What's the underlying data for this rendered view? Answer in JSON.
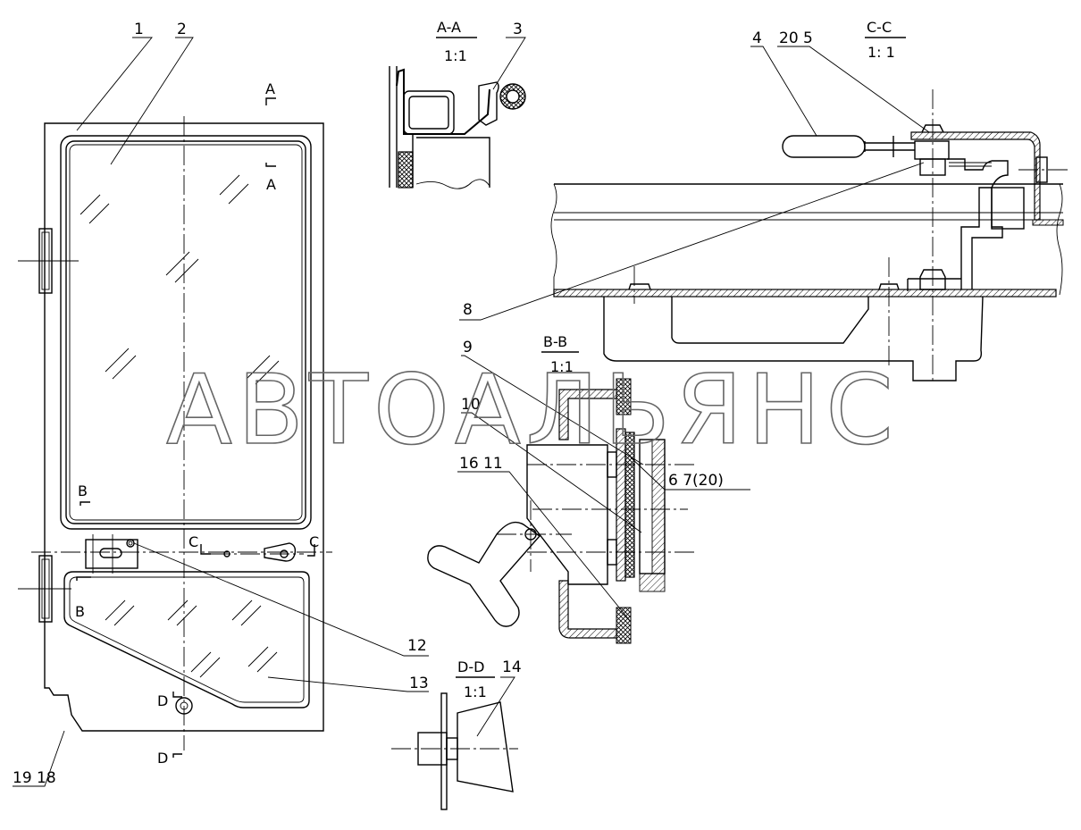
{
  "watermark": "АВТОАЛЬЯНС",
  "sections": {
    "aa": {
      "name": "A-A",
      "scale": "1:1"
    },
    "bb": {
      "name": "B-B",
      "scale": "1:1"
    },
    "cc": {
      "name": "C-C",
      "scale": "1: 1"
    },
    "dd": {
      "name": "D-D",
      "scale": "1:1"
    }
  },
  "view_marks": {
    "a_top": "A",
    "a_mid": "A",
    "b_top": "B",
    "b_bot": "B",
    "c_left": "C",
    "c_right": "C",
    "d_top": "D",
    "d_bot": "D"
  },
  "callouts": {
    "c1": "1",
    "c2": "2",
    "c3": "3",
    "c4": "4",
    "c20_5": "20 5",
    "c8": "8",
    "c9": "9",
    "c10": "10",
    "c16_11": "16 11",
    "c6_7_20": "6 7(20)",
    "c12": "12",
    "c13": "13",
    "c14": "14",
    "c19_18": "19 18"
  }
}
